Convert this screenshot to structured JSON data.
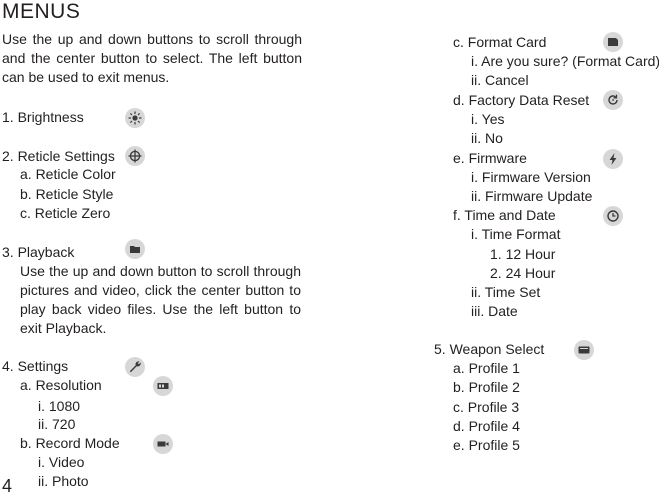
{
  "title": "MENUS",
  "intro": "Use the up and down buttons to scroll through and the center button to select.  The left button can be used to exit menus.",
  "left": {
    "brightness": "1. Brightness",
    "reticle": "2. Reticle Settings",
    "reticle_color": "a.  Reticle Color",
    "reticle_style": "b.  Reticle Style",
    "reticle_zero": "c.  Reticle Zero",
    "playback": "3. Playback",
    "playback_desc": "Use the up and down button to scroll through pictures and video, click the center button to play back video files.  Use the left button to exit Playback.",
    "settings": "4. Settings",
    "resolution": "a.  Resolution",
    "res_1080": "i. 1080",
    "res_720": "ii. 720",
    "record_mode": "b.  Record Mode",
    "rec_video": "i. Video",
    "rec_photo": "ii. Photo"
  },
  "right": {
    "format_card": "c.  Format Card",
    "are_you_sure": "i.   Are you sure? (Format Card)",
    "cancel": "ii.  Cancel",
    "factory_reset": "d. Factory Data Reset",
    "yes": "i.   Yes",
    "no": "ii.  No",
    "firmware": "e.  Firmware",
    "firmware_version": "i.   Firmware Version",
    "firmware_update": "ii.  Firmware Update",
    "time_date": "f.  Time and Date",
    "time_format": "i.  Time Format",
    "hour12": "1.   12 Hour",
    "hour24": "2.   24 Hour",
    "time_set": "ii.   Time Set",
    "date": "iii.  Date",
    "weapon_select": "5. Weapon Select",
    "profile1": "a. Profile 1",
    "profile2": "b. Profile 2",
    "profile3": "c. Profile 3",
    "profile4": "d. Profile 4",
    "profile5": "e. Profile 5"
  },
  "page_number": "4",
  "icons": [
    "sun-icon",
    "crosshair-icon",
    "folder-icon",
    "wrench-icon",
    "resolution-icon",
    "video-camera-icon",
    "sd-card-icon",
    "reset-icon",
    "lightning-icon",
    "clock-icon",
    "weapon-icon"
  ],
  "colors": {
    "text": "#231f20",
    "icon_bg": "#d7d7d7",
    "icon_fg": "#3a3a3a"
  }
}
